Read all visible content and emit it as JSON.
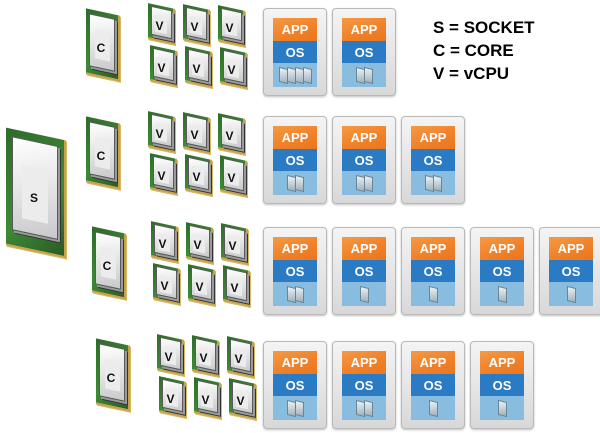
{
  "legend": [
    "S = SOCKET",
    "C = CORE",
    "V = vCPU"
  ],
  "socket": {
    "label": "S"
  },
  "rows": [
    {
      "core_label": "C",
      "vcpu_label": "V",
      "vcpu_count": 6,
      "vms": [
        {
          "app": "APP",
          "os": "OS",
          "vcpus": 4
        },
        {
          "app": "APP",
          "os": "OS",
          "vcpus": 2
        }
      ]
    },
    {
      "core_label": "C",
      "vcpu_label": "V",
      "vcpu_count": 6,
      "vms": [
        {
          "app": "APP",
          "os": "OS",
          "vcpus": 2
        },
        {
          "app": "APP",
          "os": "OS",
          "vcpus": 2
        },
        {
          "app": "APP",
          "os": "OS",
          "vcpus": 2
        }
      ]
    },
    {
      "core_label": "C",
      "vcpu_label": "V",
      "vcpu_count": 6,
      "vms": [
        {
          "app": "APP",
          "os": "OS",
          "vcpus": 2
        },
        {
          "app": "APP",
          "os": "OS",
          "vcpus": 1
        },
        {
          "app": "APP",
          "os": "OS",
          "vcpus": 1
        },
        {
          "app": "APP",
          "os": "OS",
          "vcpus": 1
        },
        {
          "app": "APP",
          "os": "OS",
          "vcpus": 1
        }
      ]
    },
    {
      "core_label": "C",
      "vcpu_label": "V",
      "vcpu_count": 6,
      "vms": [
        {
          "app": "APP",
          "os": "OS",
          "vcpus": 2
        },
        {
          "app": "APP",
          "os": "OS",
          "vcpus": 2
        },
        {
          "app": "APP",
          "os": "OS",
          "vcpus": 1
        },
        {
          "app": "APP",
          "os": "OS",
          "vcpus": 1
        }
      ]
    }
  ],
  "colors": {
    "app": "#f0822a",
    "os": "#2a7bc3",
    "vcpu_band": "#88bde0",
    "chip_pcb": "#3d8a35",
    "chip_edge": "#c8a24a"
  }
}
